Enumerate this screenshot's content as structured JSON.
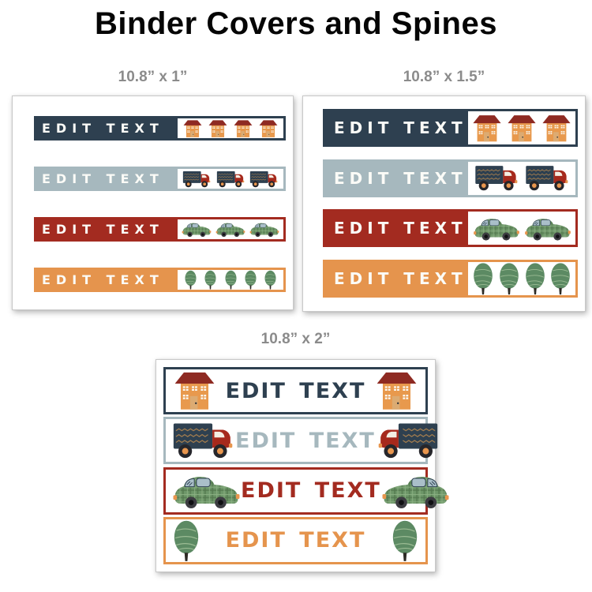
{
  "title": "Binder Covers and Spines",
  "colors": {
    "navy": "#2e4050",
    "blue-gray": "#a6b8be",
    "red": "#a32b20",
    "orange": "#e5944d"
  },
  "panels": [
    {
      "size_label": "10.8” x 1”",
      "variant": "solid",
      "strips": [
        {
          "label": "EDIT TEXT",
          "color": "navy",
          "icon": "house",
          "icon_count": 4
        },
        {
          "label": "EDIT TEXT",
          "color": "blue-gray",
          "icon": "truck",
          "icon_count": 3
        },
        {
          "label": "EDIT TEXT",
          "color": "red",
          "icon": "car",
          "icon_count": 3
        },
        {
          "label": "EDIT TEXT",
          "color": "orange",
          "icon": "tree",
          "icon_count": 5
        }
      ]
    },
    {
      "size_label": "10.8” x 1.5”",
      "variant": "solid",
      "strips": [
        {
          "label": "EDIT TEXT",
          "color": "navy",
          "icon": "house",
          "icon_count": 3
        },
        {
          "label": "EDIT TEXT",
          "color": "blue-gray",
          "icon": "truck",
          "icon_count": 2
        },
        {
          "label": "EDIT TEXT",
          "color": "red",
          "icon": "car",
          "icon_count": 2
        },
        {
          "label": "EDIT TEXT",
          "color": "orange",
          "icon": "tree",
          "icon_count": 4
        }
      ]
    },
    {
      "size_label": "10.8” x 2”",
      "variant": "outline",
      "strips": [
        {
          "label": "EDIT TEXT",
          "color": "navy",
          "icon": "house",
          "icon_count": 2,
          "right_icon_mirrored": false
        },
        {
          "label": "EDIT TEXT",
          "color": "blue-gray",
          "icon": "truck",
          "icon_count": 2,
          "right_icon_mirrored": true
        },
        {
          "label": "EDIT TEXT",
          "color": "red",
          "icon": "car",
          "icon_count": 2,
          "right_icon_mirrored": true
        },
        {
          "label": "EDIT TEXT",
          "color": "orange",
          "icon": "tree",
          "icon_count": 2,
          "right_icon_mirrored": false
        }
      ]
    }
  ]
}
